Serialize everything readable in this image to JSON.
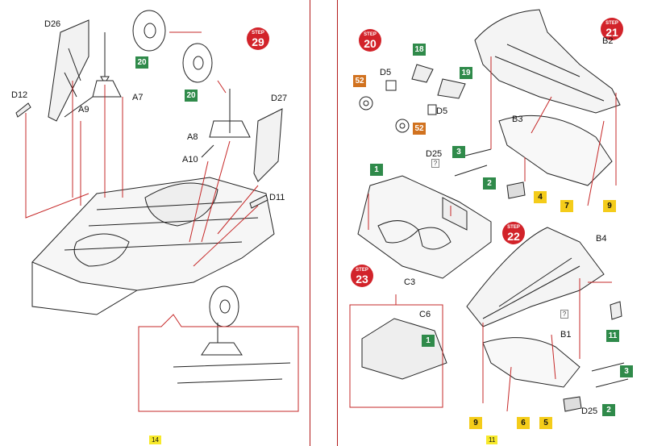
{
  "left_page": {
    "step": {
      "word": "STEP",
      "number": "29"
    },
    "labels": {
      "d26": "D26",
      "d12": "D12",
      "a9": "A9",
      "a7": "A7",
      "d27": "D27",
      "a8": "A8",
      "a10": "A10",
      "d11": "D11"
    },
    "badges": {
      "wheel_a": "20",
      "wheel_b": "20"
    },
    "page_number": "14"
  },
  "right_page": {
    "step20": {
      "word": "STEP",
      "number": "20"
    },
    "step21": {
      "word": "STEP",
      "number": "21"
    },
    "step22": {
      "word": "STEP",
      "number": "22"
    },
    "step23": {
      "word": "STEP",
      "number": "23"
    },
    "labels": {
      "d5_a": "D5",
      "d5_b": "D5",
      "b2": "B2",
      "b3": "B3",
      "d25_a": "D25",
      "b4": "B4",
      "c3": "C3",
      "c6": "C6",
      "b1": "B1",
      "d25_b": "D25",
      "q": "?"
    },
    "badges": {
      "s18": "18",
      "s19": "19",
      "s52a": "52",
      "s52b": "52",
      "s3a": "3",
      "s2a": "2",
      "s1a": "1",
      "s4": "4",
      "s7": "7",
      "s9a": "9",
      "s1b": "1",
      "s11": "11",
      "s3b": "3",
      "s2b": "2",
      "s9b": "9",
      "s6": "6",
      "s5": "5"
    },
    "page_number": "11"
  },
  "colors": {
    "step_red": "#d2232a",
    "green": "#2f8a4a",
    "orange": "#d1721f",
    "yellow": "#f4cc1a",
    "leader_red": "#c62828"
  }
}
